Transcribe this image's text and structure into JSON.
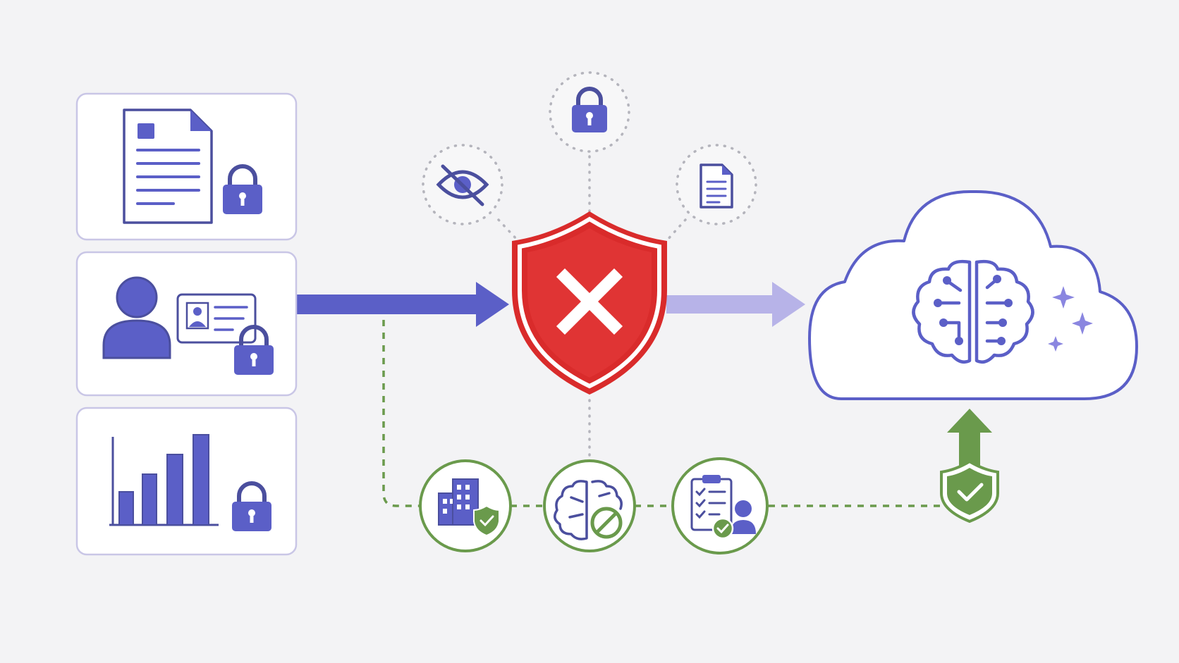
{
  "colors": {
    "background": "#f3f3f5",
    "primary": "#5b5fc7",
    "primary_fill": "#6a6ec9",
    "primary_light": "#b3b1e6",
    "blocked": "#d92b2b",
    "approved": "#6a9a4c",
    "card_border": "#c9c6e6"
  },
  "data_sources": [
    {
      "name": "document",
      "icons": [
        "document-icon",
        "lock-icon"
      ]
    },
    {
      "name": "identity",
      "icons": [
        "user-icon",
        "id-card-icon",
        "lock-icon"
      ]
    },
    {
      "name": "analytics",
      "icons": [
        "bar-chart-icon",
        "lock-icon"
      ]
    }
  ],
  "guard": {
    "icon": "shield-x-icon",
    "state": "blocked"
  },
  "protections": [
    "eye-slash-icon",
    "lock-icon",
    "document-icon"
  ],
  "destination": {
    "icon": "cloud-ai-brain-icon",
    "accents": [
      "sparkle-icon"
    ]
  },
  "approved_path": {
    "steps": [
      "building-shield-icon",
      "brain-blocked-icon",
      "checklist-user-icon"
    ],
    "end": "shield-check-icon"
  }
}
